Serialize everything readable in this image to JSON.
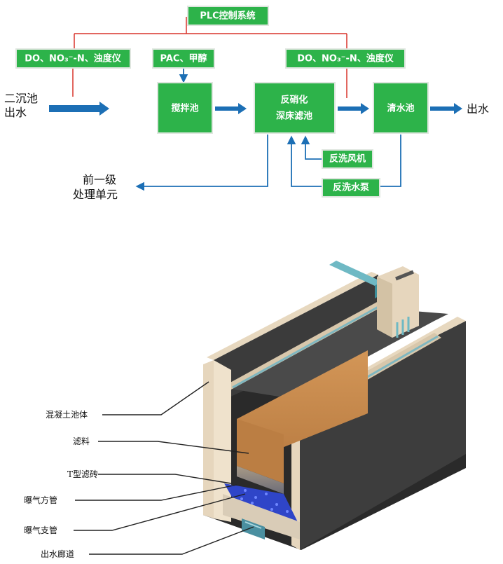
{
  "flow": {
    "plc": "PLC控制系统",
    "sensor_left": "DO、NO₃⁻-N、浊度仪",
    "sensor_right": "DO、NO₃⁻-N、浊度仪",
    "dosing": "PAC、甲醇",
    "inlet_line1": "二沉池",
    "inlet_line2": "出水",
    "mixing_tank": "搅拌池",
    "filter_line1": "反硝化",
    "filter_line2": "深床滤池",
    "clear_tank": "清水池",
    "outlet": "出水",
    "backwash_fan": "反洗风机",
    "backwash_pump": "反洗水泵",
    "return_line1": "前一级",
    "return_line2": "处理单元"
  },
  "structure": {
    "labels": [
      "混凝土池体",
      "滤料",
      "T型滤砖",
      "曝气方管",
      "曝气支管",
      "出水廊道"
    ]
  },
  "colors": {
    "box_green": "#2db34a",
    "control_red": "#d9342b",
    "flow_blue": "#1c6fb5",
    "concrete": "#3e3e3e",
    "concrete_edge": "#e6d6bd",
    "filter_media": "#c98a4b",
    "aeration_blue": "#2f45c8"
  }
}
